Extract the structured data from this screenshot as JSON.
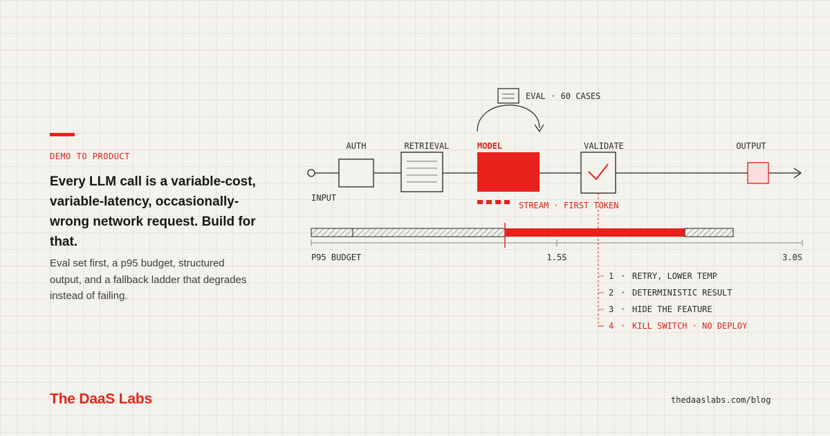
{
  "section_label": "DEMO TO PRODUCT",
  "headline": "Every LLM call is a variable-cost, variable-latency, occasionally-wrong network request. Build for that.",
  "body": "Eval set first, a p95 budget, structured output, and a fallback ladder that degrades instead of failing.",
  "brand": "The DaaS Labs",
  "url": "thedaaslabs.com/blog",
  "colors": {
    "accent": "#e8221b",
    "ink": "#1a1a1a",
    "background": "#f4f2ec"
  },
  "pipeline": {
    "input_label": "INPUT",
    "stages": [
      {
        "label": "AUTH"
      },
      {
        "label": "RETRIEVAL"
      },
      {
        "label": "MODEL"
      },
      {
        "label": "VALIDATE"
      },
      {
        "label": "OUTPUT"
      }
    ],
    "eval_label": "EVAL · 60 CASES",
    "stream_label": "STREAM · FIRST TOKEN"
  },
  "timeline": {
    "budget_label": "P95 BUDGET",
    "mid_label": "1.5S",
    "end_label": "3.0S"
  },
  "fallback": [
    {
      "number": "1",
      "label": "RETRY, LOWER TEMP"
    },
    {
      "number": "2",
      "label": "DETERMINISTIC RESULT"
    },
    {
      "number": "3",
      "label": "HIDE THE FEATURE"
    },
    {
      "number": "4",
      "label": "KILL SWITCH · NO DEPLOY"
    }
  ]
}
